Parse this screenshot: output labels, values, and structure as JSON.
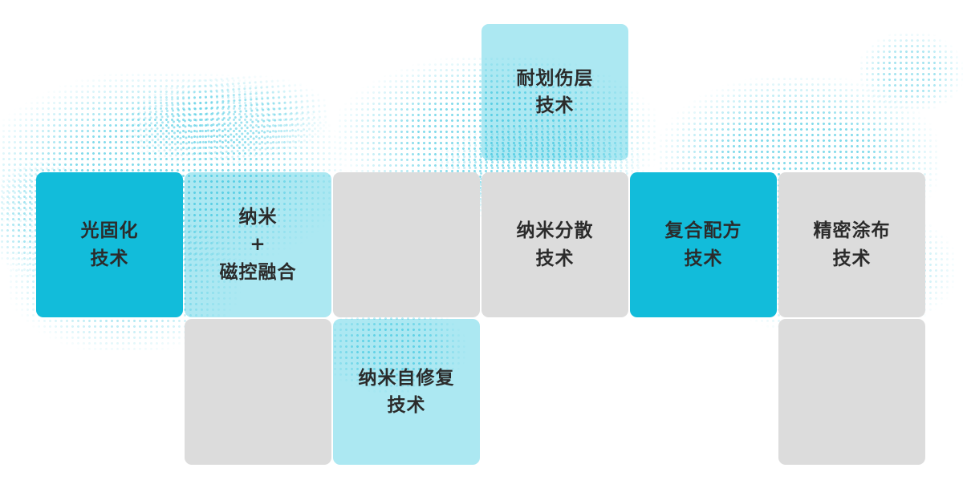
{
  "colors": {
    "accent_strong": "#12BCDA",
    "accent_light": "#12BCDA59",
    "tile_gray": "#DCDCDC",
    "text": "#2B2B2B",
    "map_dot": "#1EBEDC"
  },
  "tiles": [
    {
      "id": "scratch-resistant-layer",
      "label": "耐划伤层\n技术"
    },
    {
      "id": "light-curing",
      "label": "光固化\n技术"
    },
    {
      "id": "nano-magnetron-fusion",
      "label": "纳米\n+\n磁控融合"
    },
    {
      "id": "blank-1",
      "label": ""
    },
    {
      "id": "nano-dispersion",
      "label": "纳米分散\n技术"
    },
    {
      "id": "composite-formula",
      "label": "复合配方\n技术"
    },
    {
      "id": "precision-coating",
      "label": "精密涂布\n技术"
    },
    {
      "id": "blank-2",
      "label": ""
    },
    {
      "id": "nano-self-healing",
      "label": "纳米自修复\n技术"
    },
    {
      "id": "blank-3",
      "label": ""
    }
  ]
}
